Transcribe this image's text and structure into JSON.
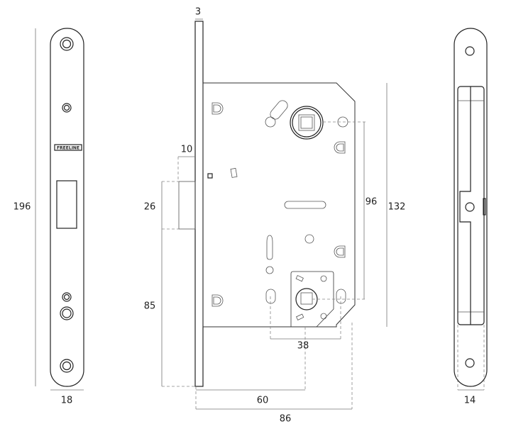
{
  "logo_text": "FREELINE",
  "dimensions": {
    "faceplate_height": "196",
    "faceplate_width": "18",
    "faceplate_thickness": "3",
    "latch_projection": "10",
    "latch_height": "26",
    "latch_to_bottom": "85",
    "spindle_to_cylinder": "96",
    "body_height": "132",
    "cylinder_offset": "38",
    "backset": "60",
    "body_depth": "86",
    "edge_width": "14"
  }
}
